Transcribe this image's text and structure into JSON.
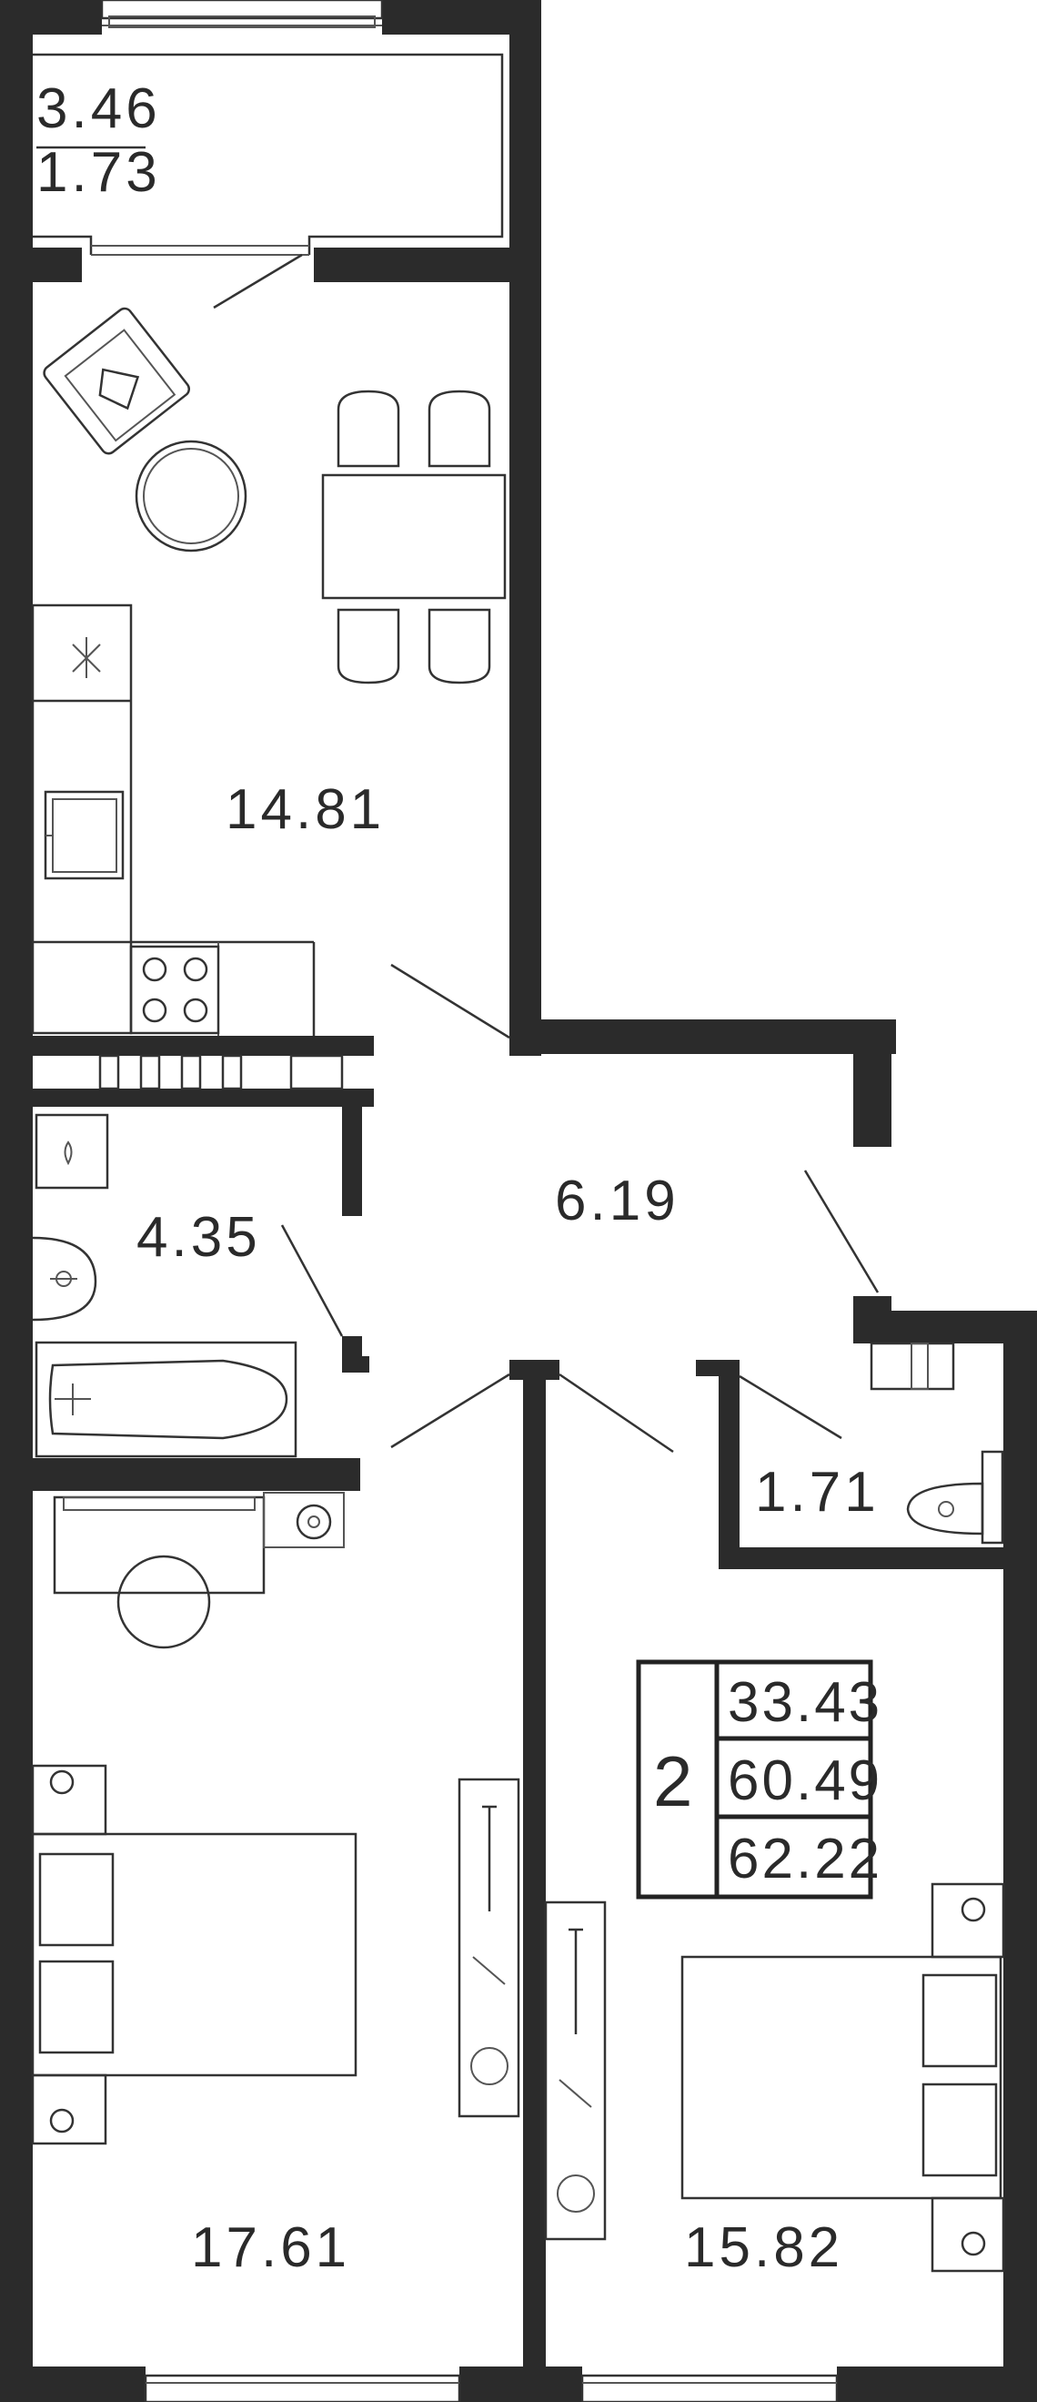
{
  "floor_plan": {
    "rooms": {
      "balcony": {
        "area": "3.46",
        "reduced_area": "1.73"
      },
      "kitchen_living": {
        "area": "14.81"
      },
      "hallway": {
        "area": "6.19"
      },
      "bathroom": {
        "area": "4.35"
      },
      "wc": {
        "area": "1.71"
      },
      "bedroom_left": {
        "area": "17.61"
      },
      "bedroom_right": {
        "area": "15.82"
      }
    },
    "legend": {
      "room_count": "2",
      "living_area": "33.43",
      "total_area": "60.49",
      "total_area_with_balcony": "62.22"
    },
    "colors": {
      "wall": "#2b2b2b",
      "line": "#333333",
      "background": "#ffffff"
    }
  }
}
